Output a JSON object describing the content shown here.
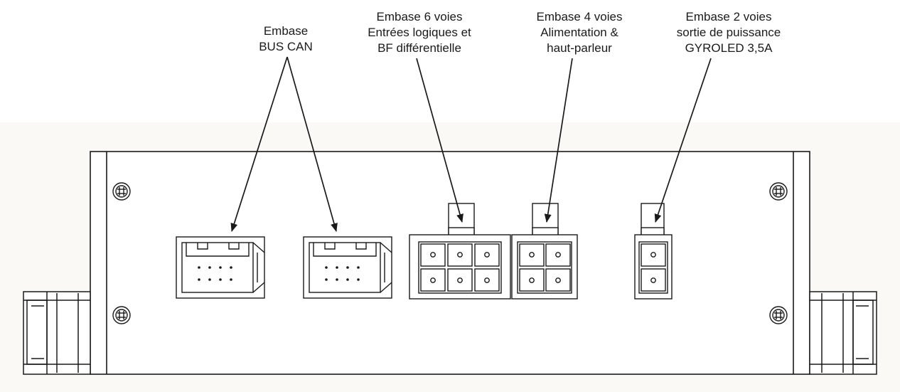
{
  "labels": {
    "bus_can": [
      "Embase",
      "BUS CAN"
    ],
    "six_way": [
      "Embase 6 voies",
      "Entrées logiques et",
      "BF différentielle"
    ],
    "four_way": [
      "Embase 4 voies",
      "Alimentation &",
      "haut-parleur"
    ],
    "two_way": [
      "Embase 2 voies",
      "sortie de puissance",
      "GYROLED 3,5A"
    ]
  },
  "colors": {
    "line": "#1a1a1a",
    "background": "#fbf9f6"
  }
}
